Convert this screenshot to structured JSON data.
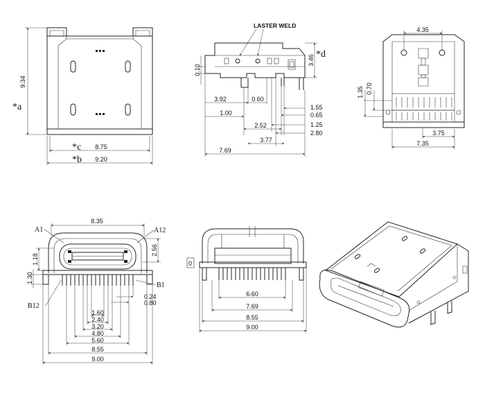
{
  "top_left": {
    "height": "9.34",
    "a_label": "*a",
    "c_label": "*c",
    "b_label": "*b",
    "width_inner": "8.75",
    "width_outer": "9.20"
  },
  "top_middle": {
    "weld_label": "LASTER WELD",
    "d_label": "*d",
    "left_v": "0.10",
    "right_v": "3.46",
    "dims": [
      "3.92",
      "0.60",
      "1.00",
      "1.55",
      "0.65",
      "2.52",
      "1.25",
      "2.80",
      "3.77",
      "7.69"
    ]
  },
  "top_right": {
    "top": "4.35",
    "v1": "1.35",
    "v2": "0.70",
    "d1": "3.75",
    "d2": "7.35"
  },
  "front_view": {
    "width_top": "8.35",
    "a1": "A1",
    "a12": "A12",
    "b1": "B1",
    "b12": "B12",
    "v_left1": "1.18",
    "v_left2": "1.30",
    "v_right": "2.56",
    "r1": "0.24",
    "r2": "0.80",
    "dims": [
      "1.60",
      "2.40",
      "3.20",
      "4.80",
      "5.60",
      "8.55",
      "9.00"
    ]
  },
  "side_view": {
    "zero": "0",
    "dims": [
      "6.60",
      "7.69",
      "8.55",
      "9.00"
    ]
  }
}
